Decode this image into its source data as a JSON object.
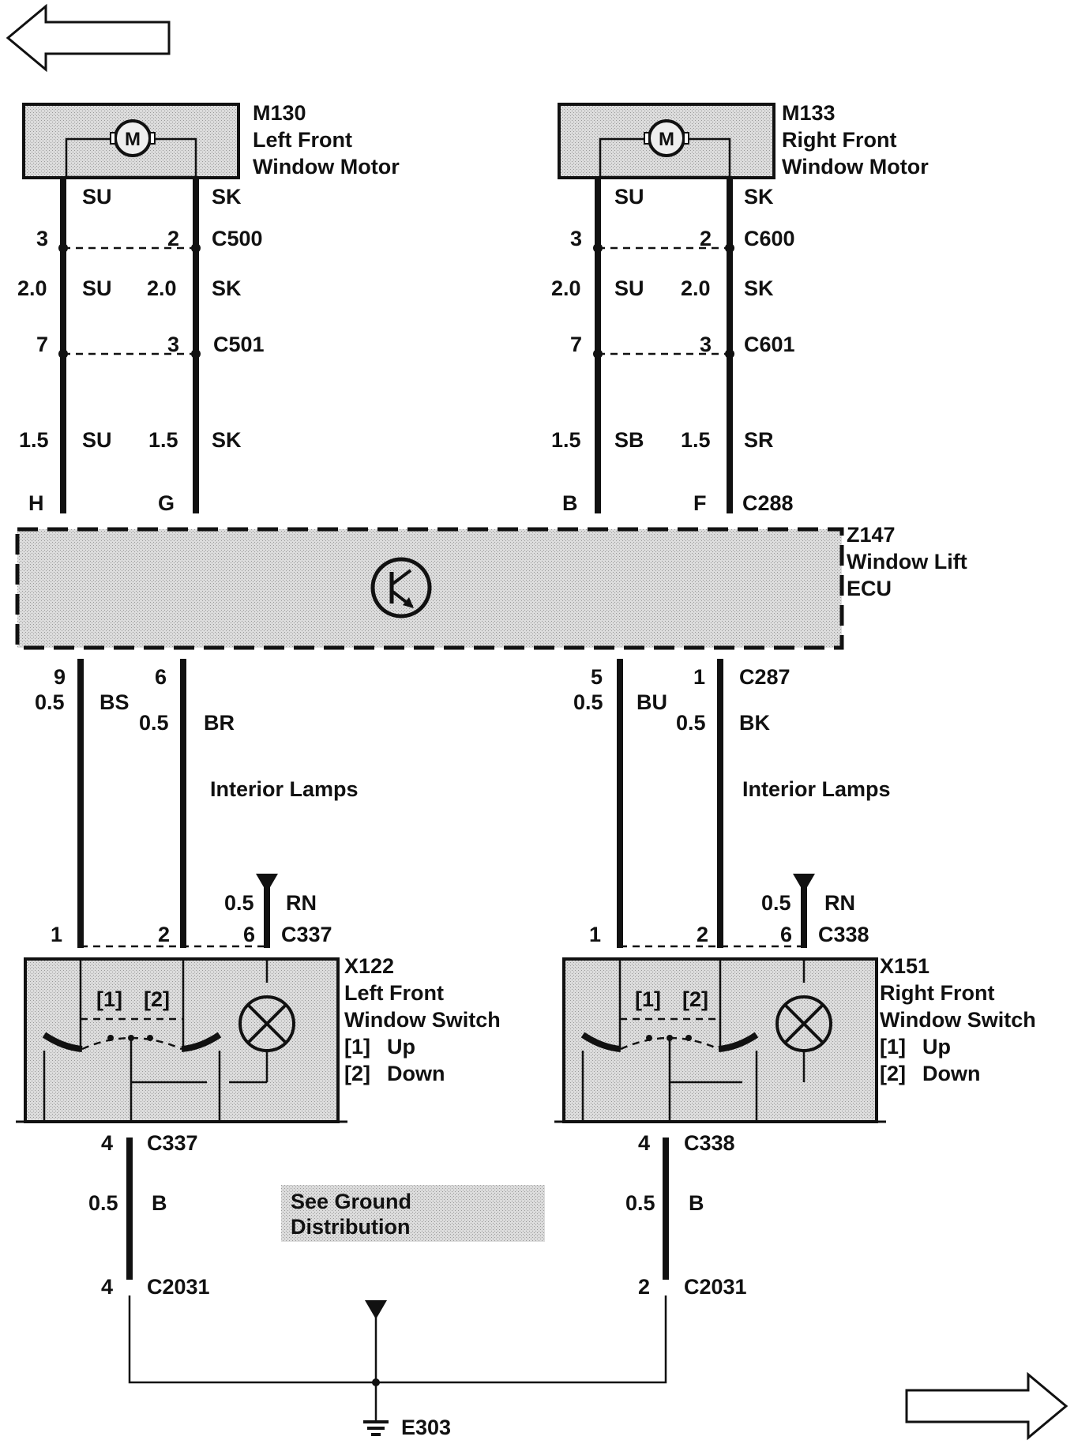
{
  "navigation": {
    "back_arrow_icon": "left-arrow-icon",
    "forward_arrow_icon": "right-arrow-icon"
  },
  "left_motor": {
    "id": "M130",
    "line1": "Left Front",
    "line2": "Window Motor",
    "wire_left": "SU",
    "wire_right": "SK"
  },
  "right_motor": {
    "id": "M133",
    "line1": "Right Front",
    "line2": "Window Motor",
    "wire_left": "SU",
    "wire_right": "SK"
  },
  "motor_symbol": "M",
  "c500": {
    "name": "C500",
    "pin_left": "3",
    "pin_right": "2"
  },
  "c600": {
    "name": "C600",
    "pin_left": "3",
    "pin_right": "2"
  },
  "left_mid_wires": {
    "size_left": "2.0",
    "color_left": "SU",
    "size_right": "2.0",
    "color_right": "SK"
  },
  "right_mid_wires": {
    "size_left": "2.0",
    "color_left": "SU",
    "size_right": "2.0",
    "color_right": "SK"
  },
  "c501": {
    "name": "C501",
    "pin_left": "7",
    "pin_right": "3"
  },
  "c601": {
    "name": "C601",
    "pin_left": "7",
    "pin_right": "3"
  },
  "left_low_wires": {
    "size_left": "1.5",
    "color_left": "SU",
    "size_right": "1.5",
    "color_right": "SK"
  },
  "right_low_wires": {
    "size_left": "1.5",
    "color_left": "SB",
    "size_right": "1.5",
    "color_right": "SR"
  },
  "c288": {
    "name": "C288",
    "pin_h": "H",
    "pin_g": "G",
    "pin_b": "B",
    "pin_f": "F"
  },
  "ecu": {
    "id": "Z147",
    "line1": "Window Lift",
    "line2": "ECU"
  },
  "c287": {
    "name": "C287",
    "pin_9": "9",
    "pin_6": "6",
    "pin_5": "5",
    "pin_1": "1",
    "size_9": "0.5",
    "color_9": "BS",
    "size_6": "0.5",
    "color_6": "BR",
    "size_5": "0.5",
    "color_5": "BU",
    "size_1": "0.5",
    "color_1": "BK"
  },
  "interior_lamps_left": "Interior Lamps",
  "interior_lamps_right": "Interior Lamps",
  "left_switch": {
    "id": "X122",
    "line1": "Left Front",
    "line2": "Window Switch",
    "opt1_tag": "[1]",
    "opt1": "Up",
    "opt2_tag": "[2]",
    "opt2": "Down",
    "inner1": "[1]",
    "inner2": "[2]",
    "connector": "C337",
    "pin_1": "1",
    "pin_2": "2",
    "pin_6": "6",
    "rn_size": "0.5",
    "rn_color": "RN"
  },
  "right_switch": {
    "id": "X151",
    "line1": "Right Front",
    "line2": "Window Switch",
    "opt1_tag": "[1]",
    "opt1": "Up",
    "opt2_tag": "[2]",
    "opt2": "Down",
    "inner1": "[1]",
    "inner2": "[2]",
    "connector": "C338",
    "pin_1": "1",
    "pin_2": "2",
    "pin_6": "6",
    "rn_size": "0.5",
    "rn_color": "RN"
  },
  "left_ground": {
    "pin_top": "4",
    "conn_top": "C337",
    "size": "0.5",
    "color": "B",
    "pin_bottom": "4",
    "conn_bottom": "C2031"
  },
  "right_ground": {
    "pin_top": "4",
    "conn_top": "C338",
    "size": "0.5",
    "color": "B",
    "pin_bottom": "2",
    "conn_bottom": "C2031"
  },
  "ground_note": {
    "line1": "See Ground",
    "line2": "Distribution"
  },
  "ground_point": "E303"
}
